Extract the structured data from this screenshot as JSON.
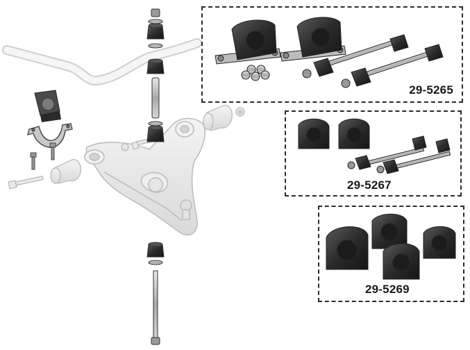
{
  "kits": [
    {
      "part_number": "29-5265"
    },
    {
      "part_number": "29-5267"
    },
    {
      "part_number": "29-5269"
    }
  ],
  "colors": {
    "box_border": "#2b2b2b",
    "label": "#1a1a1a",
    "ghost_parts": "#cfcfcf",
    "poly_bushing": "#2e2e2e",
    "steel": "#b8b8b8"
  }
}
